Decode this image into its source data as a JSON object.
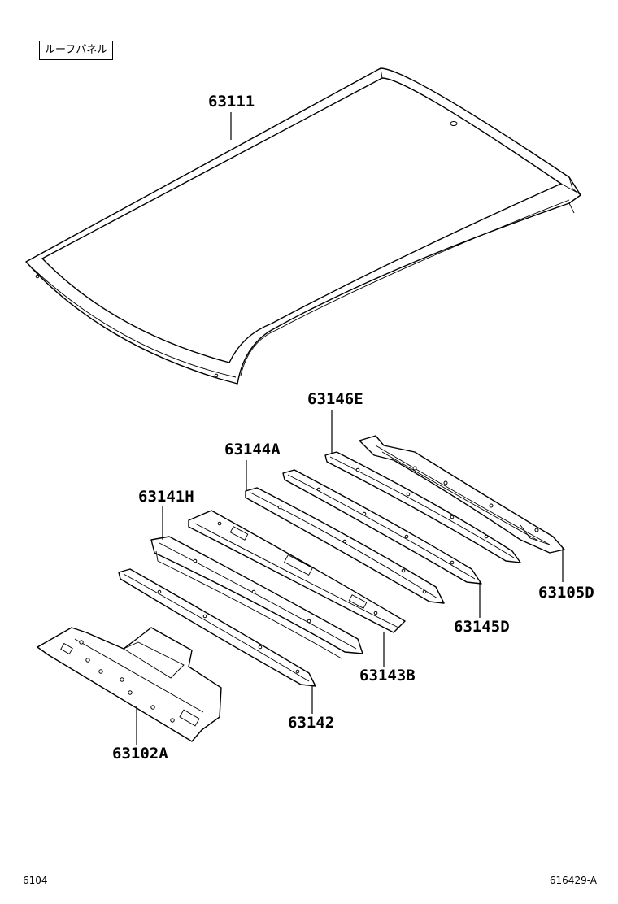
{
  "header": {
    "title": "ルーフパネル"
  },
  "parts": [
    {
      "id": "roof_panel",
      "number": "63111"
    },
    {
      "id": "rail_e",
      "number": "63146E"
    },
    {
      "id": "rail_a",
      "number": "63144A"
    },
    {
      "id": "rail_h",
      "number": "63141H"
    },
    {
      "id": "rail_d",
      "number": "63105D"
    },
    {
      "id": "rail_145d",
      "number": "63145D"
    },
    {
      "id": "rail_143b",
      "number": "63143B"
    },
    {
      "id": "rail_142",
      "number": "63142"
    },
    {
      "id": "panel_102a",
      "number": "63102A"
    }
  ],
  "footer": {
    "page_code": "6104",
    "figure_code": "616429-A"
  }
}
